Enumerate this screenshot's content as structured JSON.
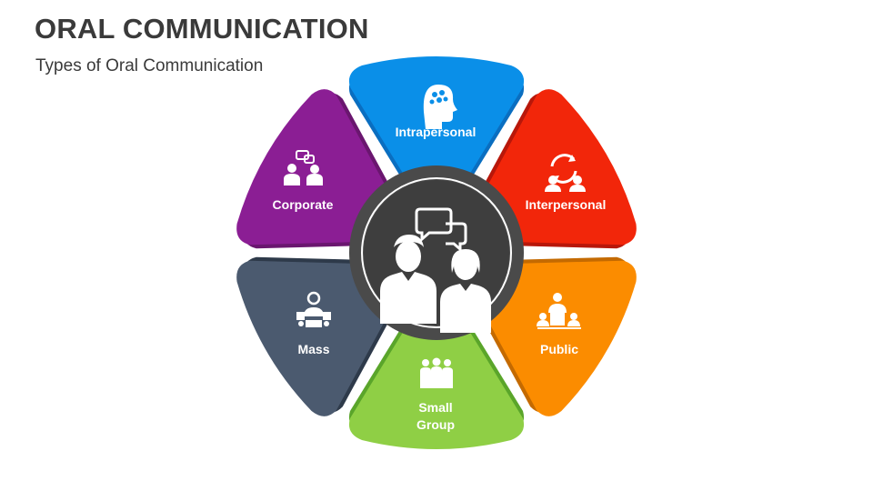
{
  "header": {
    "title": "ORAL COMMUNICATION",
    "subtitle": "Types of Oral Communication"
  },
  "petals": [
    {
      "id": "intrapersonal",
      "lines": [
        "Intrapersonal"
      ],
      "icon": "brain-head-icon",
      "color": "#0a8fe8",
      "shade": "#0a6ec0"
    },
    {
      "id": "interpersonal",
      "lines": [
        "Interpersonal"
      ],
      "icon": "two-people-exchange-icon",
      "color": "#f2260a",
      "shade": "#b8170a"
    },
    {
      "id": "public",
      "lines": [
        "Public"
      ],
      "icon": "speaker-podium-icon",
      "color": "#fb8c00",
      "shade": "#c46a00"
    },
    {
      "id": "small-group",
      "lines": [
        "Small",
        "Group"
      ],
      "icon": "group-of-people-icon",
      "color": "#8fcf45",
      "shade": "#5aa52a"
    },
    {
      "id": "mass",
      "lines": [
        "Mass"
      ],
      "icon": "mass-media-icon",
      "color": "#4b5a6f",
      "shade": "#2e3a4a"
    },
    {
      "id": "corporate",
      "lines": [
        "Corporate"
      ],
      "icon": "business-people-chat-icon",
      "color": "#8b1e94",
      "shade": "#6a166f"
    }
  ],
  "center": {
    "icon": "two-people-conversation-icon",
    "ring": "#4a4a4a",
    "inner": "#3e3e3e"
  }
}
